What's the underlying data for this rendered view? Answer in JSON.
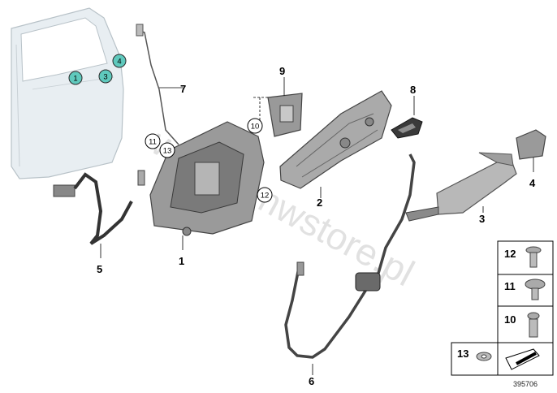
{
  "callouts": {
    "door_markers": [
      "1",
      "3",
      "4"
    ],
    "part_numbers": [
      "7",
      "9",
      "8",
      "10",
      "11",
      "13",
      "12",
      "2",
      "4",
      "3",
      "5",
      "1",
      "6"
    ]
  },
  "reference_panel": {
    "items": [
      "12",
      "11",
      "10",
      "13"
    ]
  },
  "watermark": "www.bmwstore.pl",
  "diagram_number": "395706",
  "colors": {
    "part_grey": "#8a8a8a",
    "door_fill": "#e8eef2",
    "marker_teal": "#5fc9bd",
    "watermark": "#d8d8d8"
  }
}
